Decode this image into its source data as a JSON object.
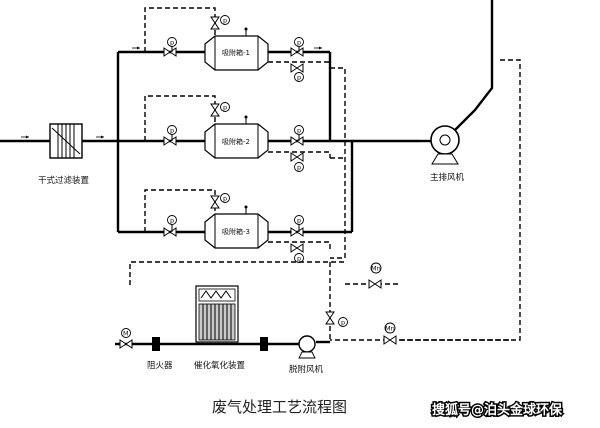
{
  "labels": {
    "dry_filter": "干式过滤装置",
    "main_fan": "主排风机",
    "flame_arrester": "阻火器",
    "catalytic_oxidation": "催化氧化装置",
    "desorption_fan": "脱附风机"
  },
  "tanks": [
    {
      "label": "吸附箱-1"
    },
    {
      "label": "吸附箱-2"
    },
    {
      "label": "吸附箱-3"
    }
  ],
  "instruments": {
    "pressure": "p",
    "motor_valve": "Mn",
    "motor": "M"
  },
  "caption": "废气处理工艺流程图",
  "watermark": "搜狐号@泊头金球环保"
}
